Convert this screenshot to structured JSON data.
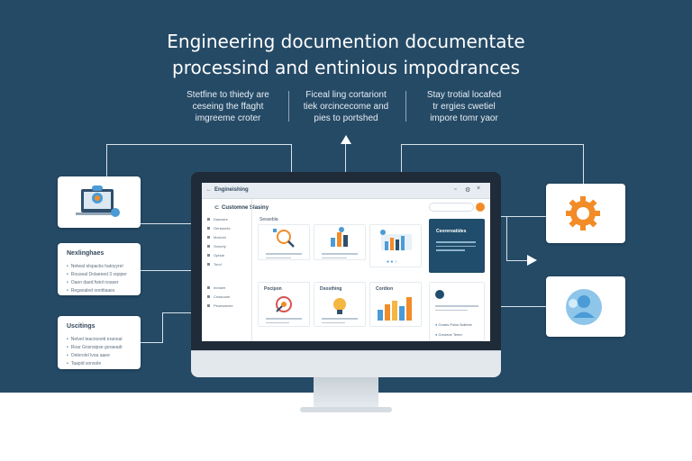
{
  "headline": {
    "line1": "Engineering documention documentate",
    "line2": "processind and entinious impodrances"
  },
  "columns": [
    {
      "lines": [
        "Stetfine to thiedy are",
        "ceseing the ffaght",
        "imgreeme croter"
      ]
    },
    {
      "lines": [
        "Ficeal ling cortariont",
        "tiek orcincecome and",
        "pies to portshed"
      ]
    },
    {
      "lines": [
        "Stay trotial locafed",
        "tr ergies cwetiel",
        "impore tomr yaor"
      ]
    }
  ],
  "left_cards": [
    {
      "title": "Nexlinghaes",
      "items": [
        "Netwal elspacks hatoyyrel",
        "Rouseal Dolaeeed 3 vqoper",
        "Oaen daed fwiol noaser",
        "Reganaled oonttiaaes"
      ]
    },
    {
      "title": "Uscitings",
      "items": [
        "Netvel teacnoneti eranoal",
        "Roar Gnsnsipse goraeadi",
        "Onlerolel lvoa aaee",
        "Taapid sonsole"
      ]
    }
  ],
  "screen": {
    "app_title": "Engineishing",
    "sub_header": "Customne Slasiny",
    "section_label": "Sessebla",
    "sidebar_top": [
      "Dasosee",
      "Oentaonts",
      "Mocloni",
      "Snnorty",
      "Ophiat",
      "Torol"
    ],
    "sidebar_bottom": [
      "Inrosee",
      "Cnsaoone",
      "Peoesaenre"
    ],
    "row1_tiles": [
      {
        "label": ""
      },
      {
        "label": ""
      },
      {
        "label": ""
      }
    ],
    "row2_tiles": [
      {
        "label": "Pocipon"
      },
      {
        "label": "Dsosthing"
      },
      {
        "label": "Cordion"
      }
    ],
    "blue_panel_title": "Ceorereatides",
    "right_items": [
      "Ceaes Polos Nolleee",
      "Creoeoe Teeer"
    ]
  },
  "colors": {
    "navy": "#254a66",
    "accent_orange": "#f28c28",
    "accent_blue": "#4a9bd6"
  },
  "icons": [
    "gear-icon",
    "user-icon",
    "devices-icon",
    "search-icon",
    "bar-chart-icon",
    "target-icon"
  ]
}
